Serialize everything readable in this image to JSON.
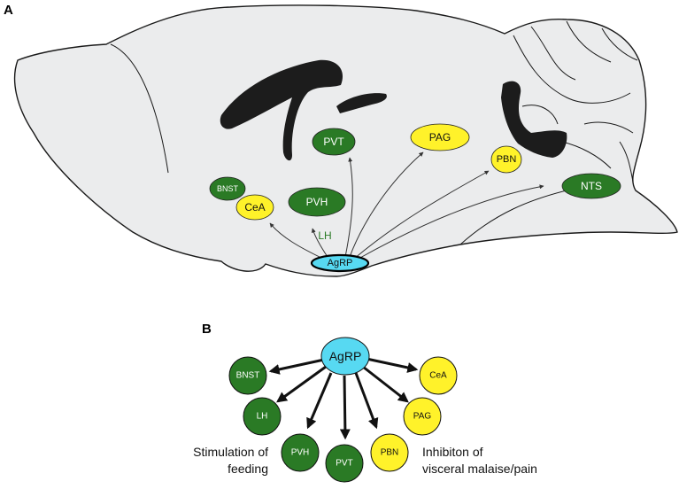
{
  "panel_a": {
    "label": "A",
    "regions": {
      "bnst": "BNST",
      "cea": "CeA",
      "pvh": "PVH",
      "pvt": "PVT",
      "lh": "LH",
      "pag": "PAG",
      "pbn": "PBN",
      "nts": "NTS",
      "agrp": "AgRP"
    }
  },
  "panel_b": {
    "label": "B",
    "hub": "AgRP",
    "targets": {
      "bnst": "BNST",
      "lh": "LH",
      "pvh": "PVH",
      "pvt": "PVT",
      "pbn": "PBN",
      "pag": "PAG",
      "cea": "CeA"
    },
    "left_caption": [
      "Stimulation of",
      "feeding"
    ],
    "right_caption": [
      "Inhibiton of",
      "visceral malaise/pain"
    ]
  },
  "colors": {
    "green": "#2a7a25",
    "yellow": "#fff22a",
    "cyan": "#57d9f2",
    "brain_fill": "#ebeced",
    "ventricle": "#1c1c1c"
  }
}
